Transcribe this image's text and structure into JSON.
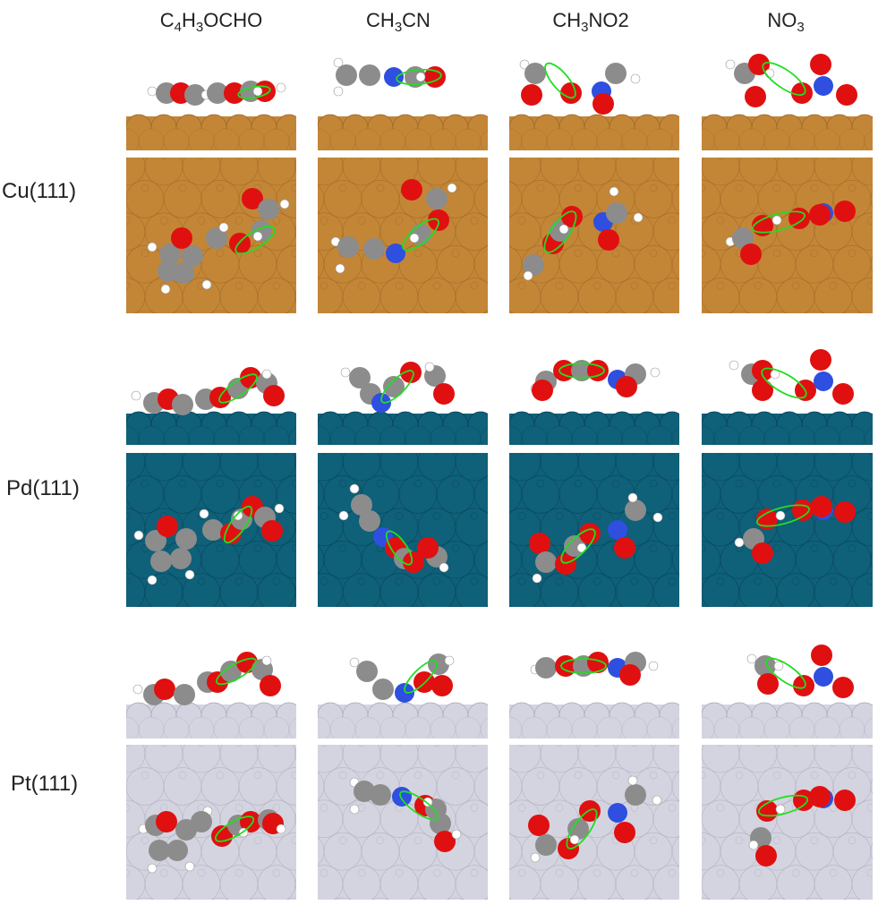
{
  "columns": [
    {
      "pre": "C",
      "parts": [
        [
          "4",
          "H"
        ],
        [
          "3",
          "OCHO"
        ]
      ]
    },
    {
      "pre": "CH",
      "parts": [
        [
          "3",
          "CN"
        ]
      ]
    },
    {
      "pre": "CH",
      "parts": [
        [
          "3",
          "NO2"
        ]
      ]
    },
    {
      "pre": "NO",
      "parts": [
        [
          "3",
          ""
        ]
      ]
    }
  ],
  "rows": [
    {
      "label": "Cu(111)",
      "surface_color": "#c38637",
      "edge_color": "#9a6425"
    },
    {
      "label": "Pd(111)",
      "surface_color": "#0f6079",
      "edge_color": "#073f52"
    },
    {
      "label": "Pt(111)",
      "surface_color": "#d4d4e0",
      "edge_color": "#a6a6b6"
    }
  ],
  "atom_colors": {
    "C": "#8c8c8c",
    "O": "#e01010",
    "N": "#2e4fe0",
    "H": "#ffffff"
  },
  "highlight_color": "#22dd22",
  "icons": [
    "molecule-structure-icon",
    "surface-slab-icon",
    "bond-highlight-ellipse"
  ]
}
